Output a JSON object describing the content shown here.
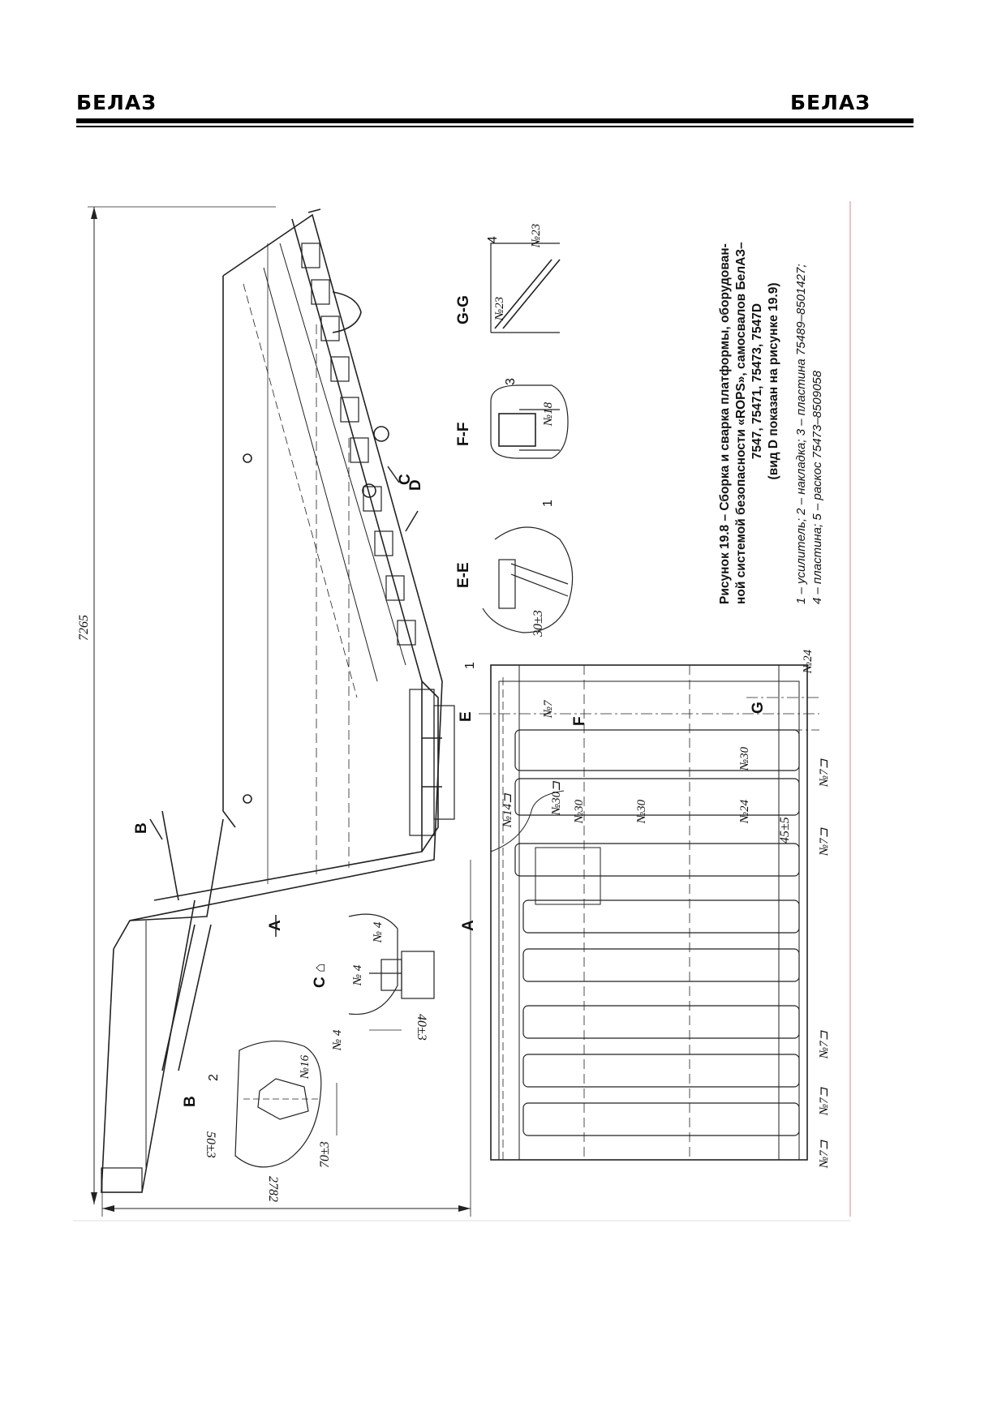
{
  "header": {
    "logo_left": "БЕЛАЗ",
    "logo_right": "БЕЛАЗ"
  },
  "caption": {
    "lines": [
      "Рисунок 19.8 – Сборка и сварка платформы, оборудован-",
      "ной системой безопасности «ROPS», самосвалов БелАЗ–",
      "7547, 75471, 75473, 7547D",
      "(вид D показан на рисунке 19.9)"
    ],
    "legend": [
      "1 – усилитель; 2 – накладка; 3 – пластина 75489–8501427;",
      "4 – пластина; 5 – раскос 75473–8509058"
    ]
  },
  "dimensions": {
    "overall_length": "7265",
    "overall_height": "2782"
  },
  "views": {
    "side": {
      "view_b": "B",
      "view_a": "A",
      "view_c": "C",
      "view_d": "D"
    },
    "detail_b": {
      "title": "B",
      "pos": "2",
      "weld": "№16",
      "dim1": "50±3",
      "dim2": "70±3"
    },
    "detail_c": {
      "title": "C ⌂",
      "weld1": "№ 4",
      "weld2": "№ 4",
      "weld3": "№ 4",
      "dim": "40±3"
    },
    "plan": {
      "title": "A",
      "pos1": "1",
      "sec_e": "E",
      "sec_f": "F",
      "sec_g": "G",
      "welds": [
        "№24",
        "№7",
        "№14⊐",
        "№30⊐",
        "№30",
        "№30",
        "№24",
        "№30",
        "№7⊐",
        "№7⊐",
        "№7⊐",
        "№7⊐",
        "№7⊐"
      ],
      "dim": "45±5"
    },
    "section_ee": {
      "title": "E-E",
      "pos": "1",
      "dim": "30±3"
    },
    "section_ff": {
      "title": "F-F",
      "pos": "3",
      "weld": "№18"
    },
    "section_gg": {
      "title": "G-G",
      "pos": "4",
      "weld1": "№23",
      "weld2": "№23"
    }
  }
}
